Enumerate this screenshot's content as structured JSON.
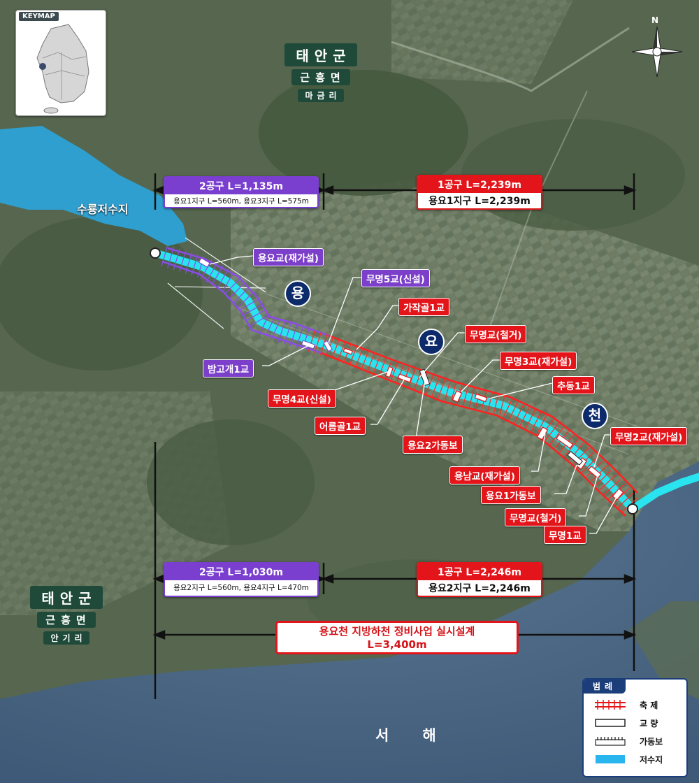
{
  "keymap": {
    "title": "KEYMAP"
  },
  "regions": {
    "top": {
      "county": "태안군",
      "township": "근흥면",
      "village": "마금리"
    },
    "bottom": {
      "county": "태안군",
      "township": "근흥면",
      "village": "안기리"
    }
  },
  "reservoir_name": "수룡저수지",
  "sea_name": "서해",
  "compass": {
    "north": "N"
  },
  "river_chars": [
    "용",
    "요",
    "천"
  ],
  "sections": {
    "upper_left": {
      "header": "2공구 L=1,135m",
      "body": "용요1지구 L=560m, 용요3지구 L=575m"
    },
    "upper_right": {
      "header": "1공구 L=2,239m",
      "body": "용요1지구 L=2,239m"
    },
    "lower_left": {
      "header": "2공구 L=1,030m",
      "body": "용요2지구 L=560m, 용요4지구 L=470m"
    },
    "lower_right": {
      "header": "1공구 L=2,246m",
      "body": "용요2지구 L=2,246m"
    }
  },
  "project": {
    "title": "용요천 지방하천 정비사업 실시설계",
    "length": "L=3,400m"
  },
  "labels": {
    "purple": [
      "용요교(재가설)",
      "무명5교(신설)",
      "밤고개1교"
    ],
    "red": [
      "가작골1교",
      "무명교(철거)",
      "무명3교(재가설)",
      "추동1교",
      "무명4교(신설)",
      "어름골1교",
      "용요2가동보",
      "무명2교(재가설)",
      "용남교(재가설)",
      "용요1가동보",
      "무명교(철거)",
      "무명1교"
    ]
  },
  "legend": {
    "title": "범례",
    "items": [
      {
        "name": "축 제",
        "icon": "embankment-icon"
      },
      {
        "name": "교 량",
        "icon": "bridge-icon"
      },
      {
        "name": "가동보",
        "icon": "movable-weir-icon"
      },
      {
        "name": "저수지",
        "icon": "reservoir-icon"
      }
    ]
  },
  "colors": {
    "river": "#29e3ef",
    "embankment_red": "#e3151a",
    "embankment_purple": "#7c3fc9",
    "legend_blue": "#1b3d7a"
  }
}
